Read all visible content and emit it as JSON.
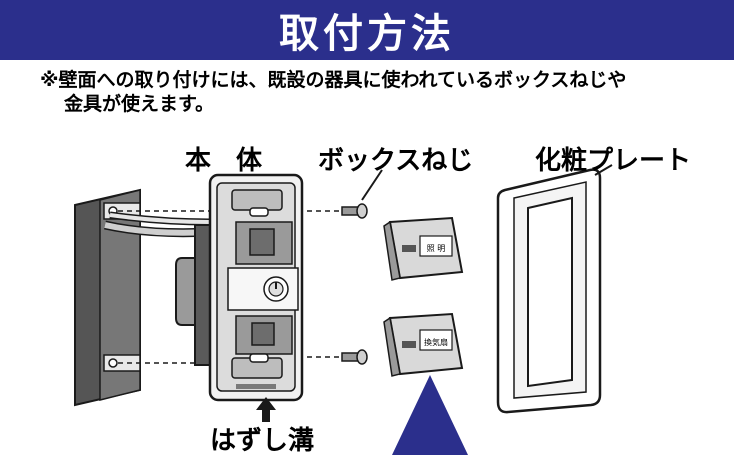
{
  "header": {
    "title": "取付方法"
  },
  "note": {
    "line1": "※壁面への取り付けには、既設の器具に使われているボックスねじや",
    "line2": "金具が使えます。"
  },
  "labels": {
    "body": "本 体",
    "box_screw": "ボックスねじ",
    "cover_plate": "化粧プレート",
    "removal_groove": "はずし溝"
  },
  "module_labels": {
    "upper": "照 明",
    "lower": "換気扇"
  },
  "colors": {
    "banner": "#2b2f8c",
    "arrow": "#2b2f8c",
    "outline": "#1a1a1a"
  }
}
